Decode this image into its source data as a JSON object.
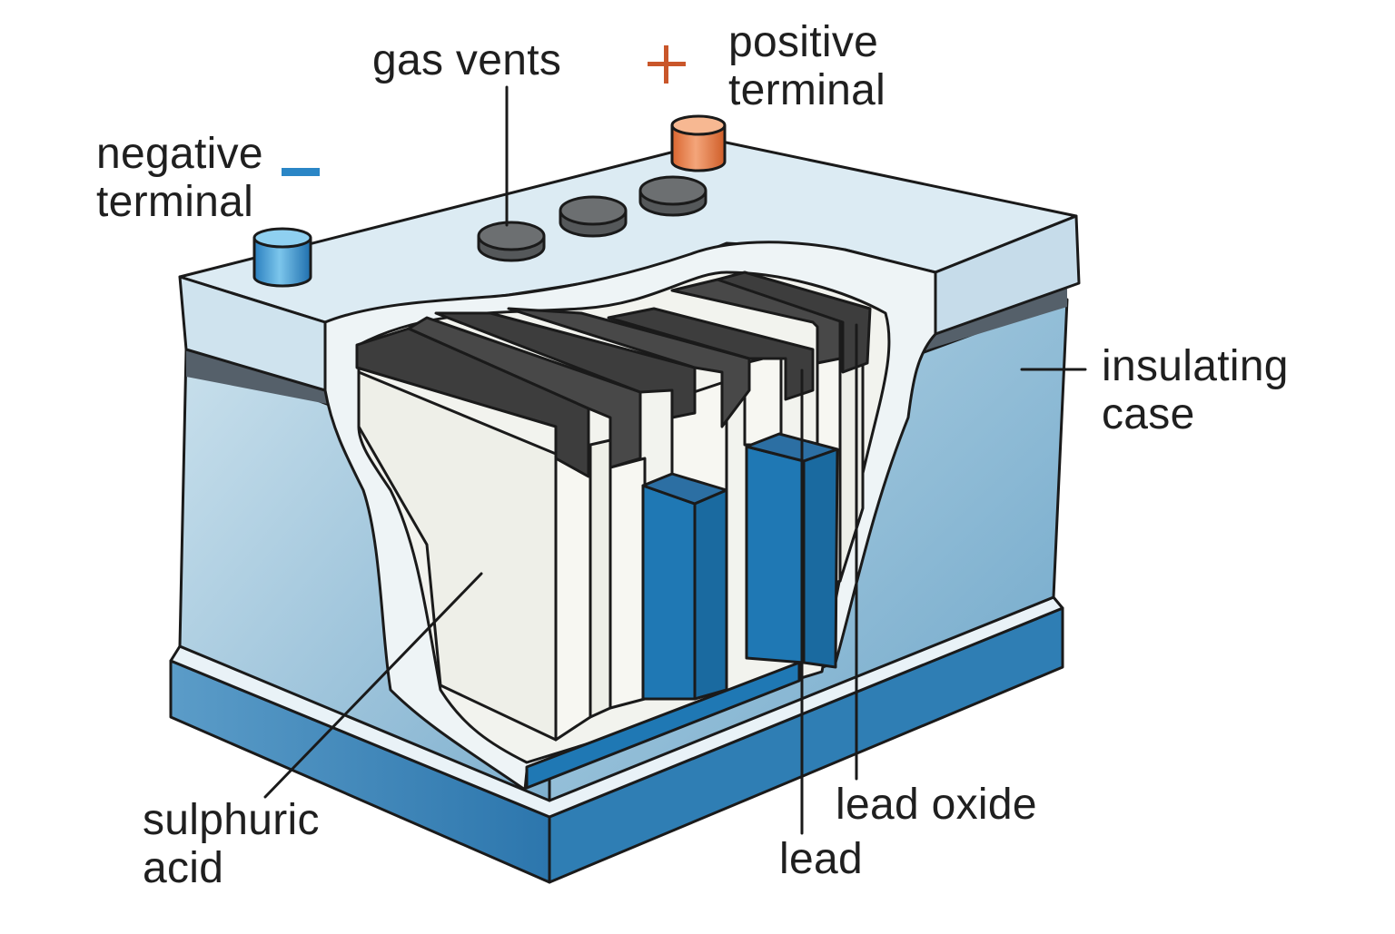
{
  "labels": {
    "gas_vents": "gas vents",
    "positive_terminal": [
      "positive",
      "terminal"
    ],
    "negative_terminal": [
      "negative",
      "terminal"
    ],
    "insulating_case": [
      "insulating",
      "case"
    ],
    "sulphuric_acid": [
      "sulphuric",
      "acid"
    ],
    "lead_oxide": "lead oxide",
    "lead": "lead"
  },
  "signs": {
    "positive": "+",
    "negative": "−"
  },
  "colors": {
    "case_light": "#cfe3ee",
    "case_mid": "#8fbcd6",
    "case_dark": "#2f7eb4",
    "lid_top": "#dcebf3",
    "interior": "#f2f3ee",
    "plate_dark": "#4a4a4a",
    "plate_blue": "#1f78b4",
    "positive_terminal": "#e07a45",
    "negative_terminal": "#2c8fcf",
    "vent_cap": "#5f6163",
    "line": "#1a1a1a"
  }
}
